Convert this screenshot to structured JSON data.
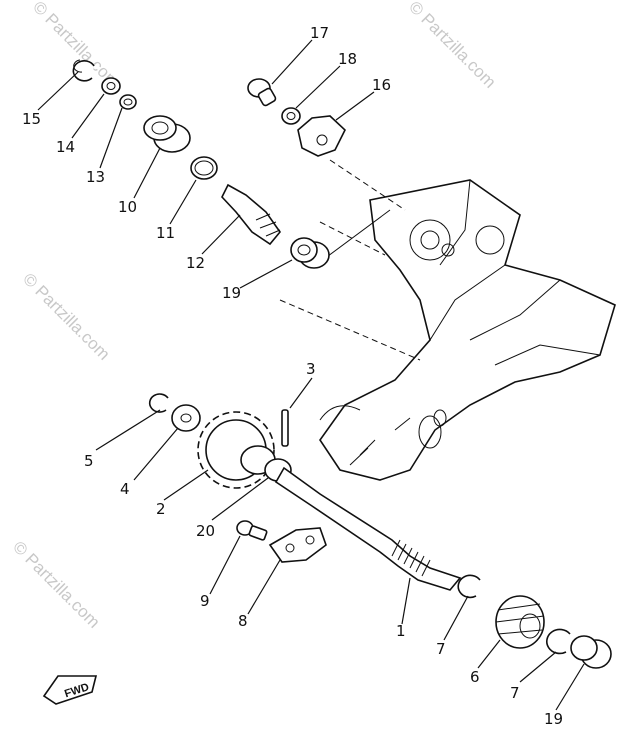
{
  "watermarks": [
    "© Partzilla.com",
    "© Partzilla.com",
    "© Partzilla.com",
    "© Partzilla.com"
  ],
  "direction_label": "FWD",
  "callouts": [
    "17",
    "18",
    "16",
    "15",
    "14",
    "13",
    "10",
    "11",
    "12",
    "19",
    "3",
    "5",
    "4",
    "2",
    "20",
    "9",
    "8",
    "1",
    "7",
    "6",
    "7",
    "19"
  ]
}
